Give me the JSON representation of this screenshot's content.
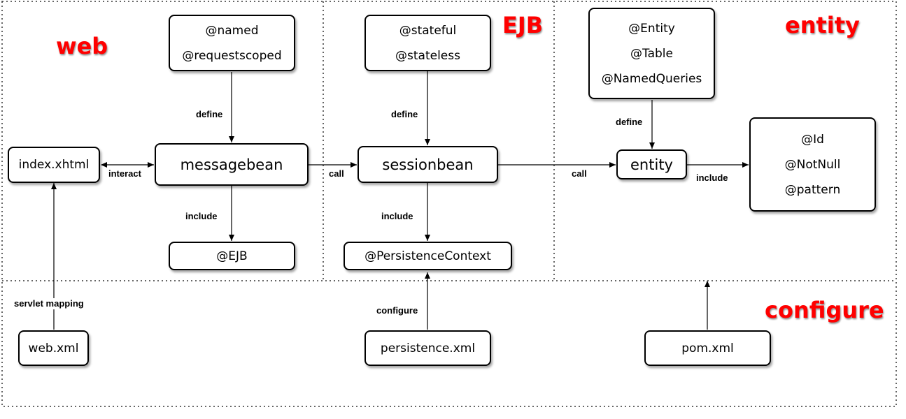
{
  "regions": {
    "web": "web",
    "ejb": "EJB",
    "entity": "entity",
    "configure": "configure"
  },
  "nodes": {
    "index": [
      "index.xhtml"
    ],
    "messagebean_annotations": [
      "@named",
      "@requestscoped"
    ],
    "messagebean": [
      "messagebean"
    ],
    "ejb_annotation": [
      "@EJB"
    ],
    "session_annotations": [
      "@stateful",
      "@stateless"
    ],
    "sessionbean": [
      "sessionbean"
    ],
    "persistence_context": [
      "@PersistenceContext"
    ],
    "entity_annotations": [
      "@Entity",
      "@Table",
      "@NamedQueries"
    ],
    "entity": [
      "entity"
    ],
    "validation_annotations": [
      "@Id",
      "@NotNull",
      "@pattern"
    ],
    "webxml": [
      "web.xml"
    ],
    "persistencexml": [
      "persistence.xml"
    ],
    "pomxml": [
      "pom.xml"
    ]
  },
  "edges": {
    "interact": "interact",
    "define_message": "define",
    "include_message": "include",
    "call_session": "call",
    "define_session": "define",
    "include_session": "include",
    "call_entity": "call",
    "define_entity": "define",
    "include_entity": "include",
    "servlet_mapping": "servlet mapping",
    "configure": "configure"
  },
  "colors": {
    "region_label": "#ff0000",
    "stroke": "#000000",
    "dotted_border": "#333333"
  }
}
